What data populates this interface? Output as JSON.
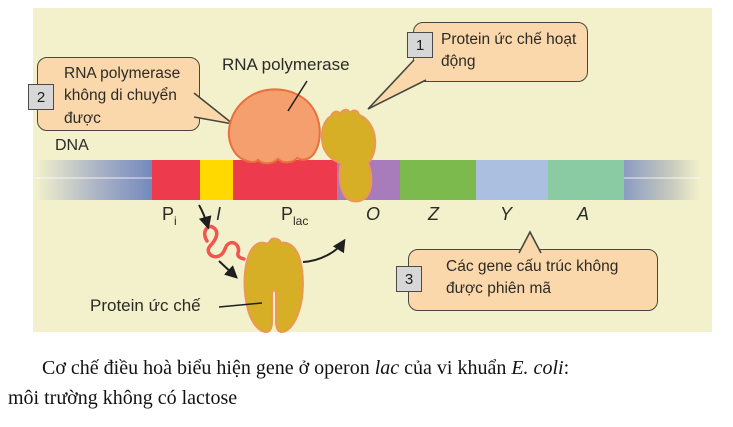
{
  "labels": {
    "dna": "DNA",
    "rna_polymerase": "RNA polymerase",
    "repressor": "Protein ức chế"
  },
  "callouts": {
    "c1": {
      "number": "1",
      "text": "Protein ức chế hoạt động"
    },
    "c2": {
      "number": "2",
      "text": "RNA polymerase không di chuyển được"
    },
    "c3": {
      "number": "3",
      "text": "Các gene cấu trúc không được phiên mã"
    }
  },
  "dna": {
    "segments": [
      {
        "name": "promoter-i",
        "label": "P",
        "sub": "i",
        "color": "#ed3b4d"
      },
      {
        "name": "gene-i",
        "label": "I",
        "sub": "",
        "color": "#ffd900"
      },
      {
        "name": "promoter-lac",
        "label": "P",
        "sub": "lac",
        "color": "#ed3b4d"
      },
      {
        "name": "operator-o",
        "label": "O",
        "sub": "",
        "color": "#a87cba"
      },
      {
        "name": "gene-z",
        "label": "Z",
        "sub": "",
        "color": "#7cba4d"
      },
      {
        "name": "gene-y",
        "label": "Y",
        "sub": "",
        "color": "#abbfe1"
      },
      {
        "name": "gene-a",
        "label": "A",
        "sub": "",
        "color": "#8bcba4"
      }
    ]
  },
  "caption": {
    "part1": "Cơ chế điều hoà biểu hiện gene ở operon ",
    "italic1": "lac",
    "part2": " của vi khuẩn ",
    "italic2": "E. coli",
    "part3": ":",
    "line2": "môi trường không có lactose"
  },
  "colors": {
    "panel_background": "#f2f1cc",
    "callout_fill": "#fbd8ab",
    "callout_border": "#47473f",
    "badge_fill": "#d7d7d7",
    "dna_gradient_blue": "#7389be",
    "rna_polymerase_fill": "#f59e6e",
    "rna_polymerase_stroke": "#e8703c",
    "repressor_fill": "#d6af26",
    "repressor_stroke": "#ed9852",
    "mrna_red": "#f0564f"
  }
}
